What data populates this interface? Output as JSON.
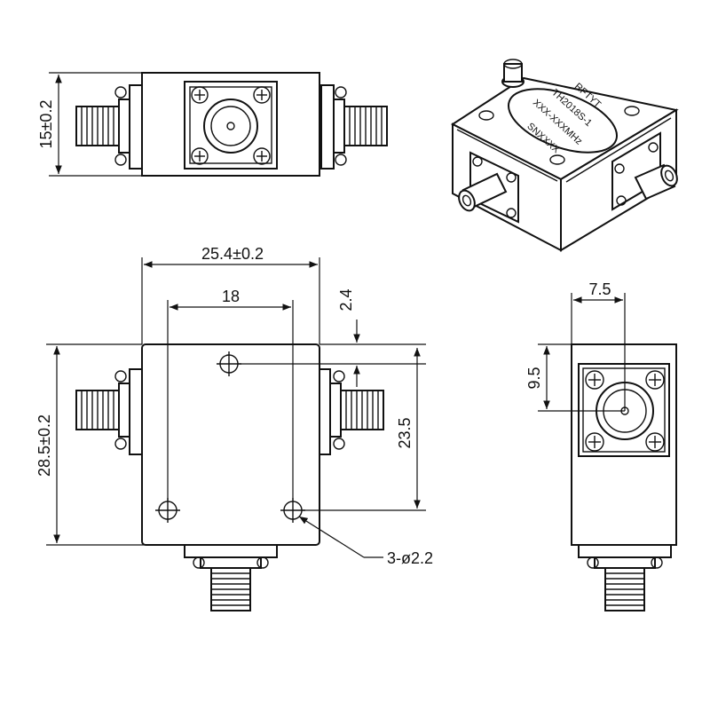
{
  "top_view": {
    "height_dim": "15±0.2"
  },
  "iso_view": {
    "label_lines": [
      "RFTYT",
      "TH2018S-1",
      "XXX-XXXMHz",
      "SNXXXX"
    ]
  },
  "front_view": {
    "width_dim": "25.4±0.2",
    "hole_spacing_dim": "18",
    "top_offset_dim": "2.4",
    "height_dim": "28.5±0.2",
    "hole_vertical_dim": "23.5",
    "hole_callout": "3-ø2.2"
  },
  "side_view": {
    "horizontal_dim": "7.5",
    "vertical_dim": "9.5"
  }
}
